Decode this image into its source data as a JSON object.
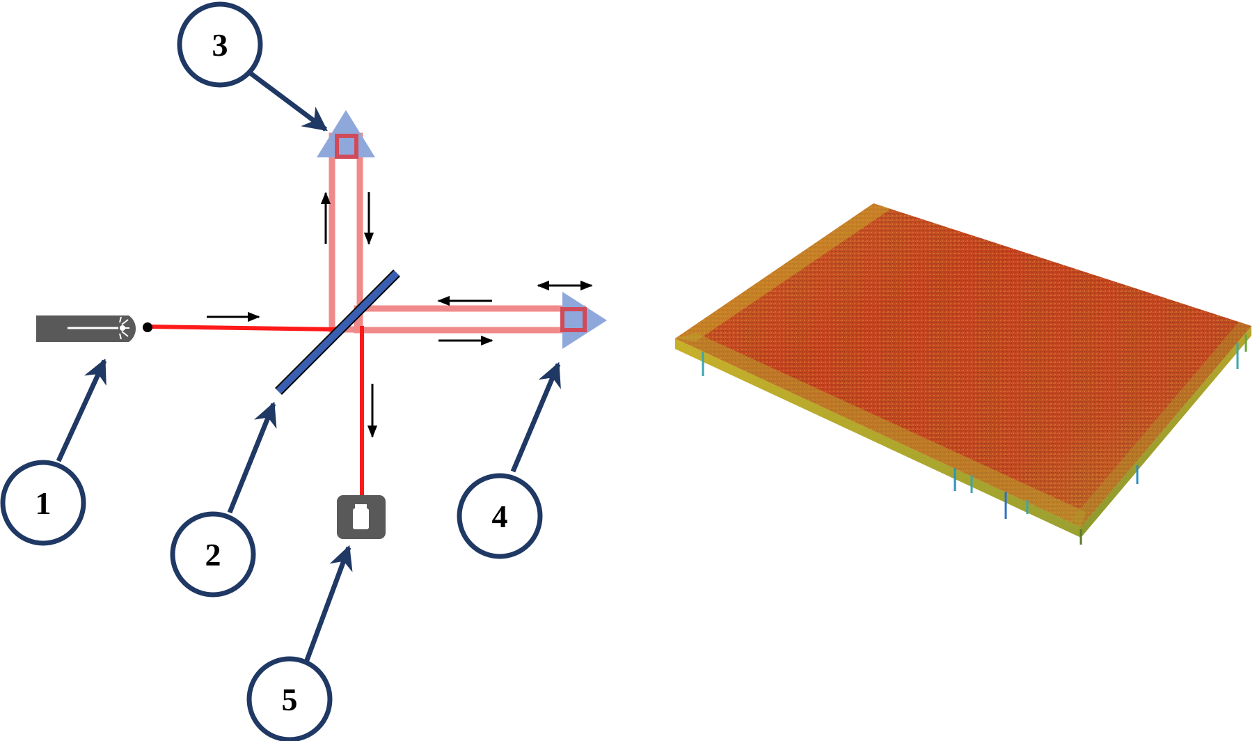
{
  "colors": {
    "callout": "#1f3864",
    "beam": "#ff1a1a",
    "beam_light": "#f08a8a",
    "prism": "#8fa8dc",
    "splitter": "#3a5fb0",
    "device": "#595959",
    "direction_arrow": "#000000"
  },
  "callouts": [
    {
      "label": "1",
      "target": "laser-source"
    },
    {
      "label": "2",
      "target": "beam-splitter"
    },
    {
      "label": "3",
      "target": "fixed-reflector"
    },
    {
      "label": "4",
      "target": "movable-reflector"
    },
    {
      "label": "5",
      "target": "detector"
    }
  ],
  "surface_plot": {
    "colors": [
      "#c0391d",
      "#d4552a",
      "#c9a227",
      "#8aa534",
      "#3aa6b0"
    ]
  }
}
